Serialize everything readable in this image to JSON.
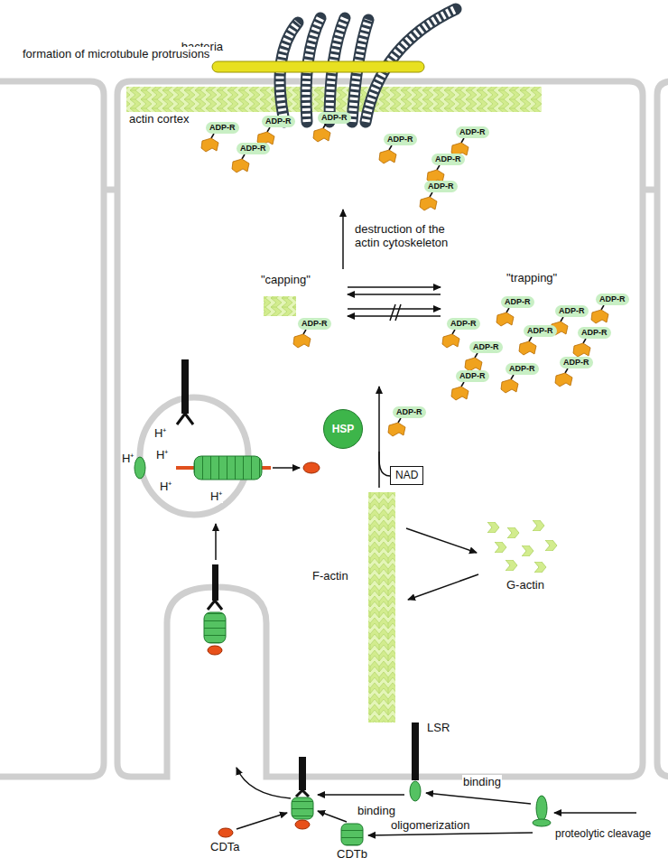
{
  "diagram": {
    "nodes": [
      {
        "text": [
          "ADP-R"
        ]
      },
      {
        "text": [
          "ADP-R"
        ]
      },
      {
        "text": [
          "ADP-R"
        ]
      },
      {
        "text": [
          "ADP-R"
        ]
      },
      {
        "text": [
          "ADP-R"
        ]
      },
      {
        "text": [
          "ADP-R"
        ]
      },
      {
        "text": [
          "ADP-R"
        ]
      },
      {
        "text": [
          "ADP-R"
        ]
      },
      {
        "text": [
          "ADP-R"
        ]
      },
      {
        "text": [
          "ADP-R"
        ]
      },
      {
        "text": [
          "ADP-R"
        ]
      },
      {
        "text": [
          "ADP-R"
        ]
      },
      {
        "text": [
          "ADP-R"
        ]
      },
      {
        "text": [
          "ADP-R"
        ]
      },
      {
        "text": [
          "ADP-R"
        ]
      },
      {
        "text": [
          "ADP-R"
        ]
      },
      {
        "text": [
          "ADP-R"
        ]
      },
      {
        "text": [
          "ADP-R"
        ]
      },
      {
        "text": [
          "ADP-R"
        ]
      },
      {
        "text": [
          "ADP-R"
        ]
      },
      {
        "text": [
          "HSP"
        ]
      },
      {
        "text": [
          "NAD"
        ]
      }
    ],
    "labels": [
      "bacteria",
      "formation of microtubule protrusions",
      "actin cortex",
      "destruction of the actin cytoskeleton",
      "\"capping\"",
      "\"trapping\"",
      "H⁺",
      "H⁺",
      "H⁺",
      "H⁺",
      "H⁺",
      "F-actin",
      "G-actin",
      "LSR",
      "binding",
      "binding",
      "oligomerization",
      "proteolytic cleavage",
      "CDTa",
      "CDTb"
    ]
  }
}
